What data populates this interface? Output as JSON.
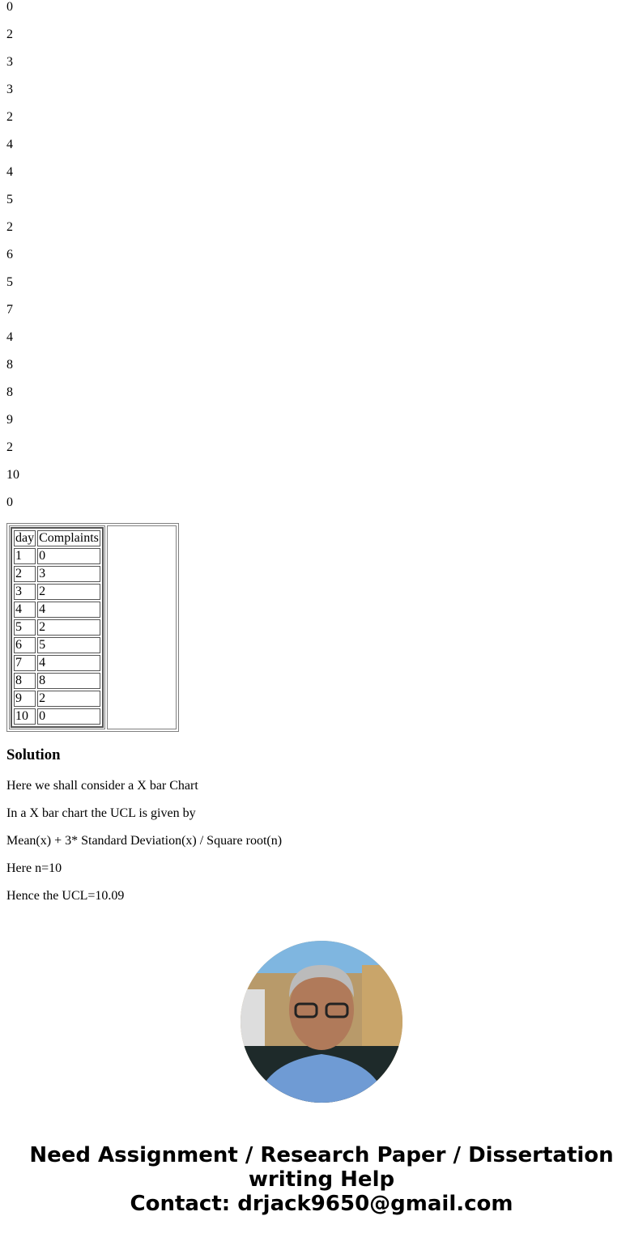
{
  "data_lines": [
    "0",
    "2",
    "3",
    "3",
    "2",
    "4",
    "4",
    "5",
    "2",
    "6",
    "5",
    "7",
    "4",
    "8",
    "8",
    "9",
    "2",
    "10",
    "0"
  ],
  "table": {
    "headers": [
      "day",
      "Complaints"
    ],
    "rows": [
      [
        "1",
        "0"
      ],
      [
        "2",
        "3"
      ],
      [
        "3",
        "2"
      ],
      [
        "4",
        "4"
      ],
      [
        "5",
        "2"
      ],
      [
        "6",
        "5"
      ],
      [
        "7",
        "4"
      ],
      [
        "8",
        "8"
      ],
      [
        "9",
        "2"
      ],
      [
        "10",
        "0"
      ]
    ]
  },
  "solution": {
    "heading": "Solution",
    "paragraphs": [
      "Here we shall consider a X bar Chart",
      "In a X bar chart the UCL is given by",
      "Mean(x) + 3* Standard Deviation(x) / Square root(n)",
      "Here n=10",
      "Hence the UCL=10.09"
    ]
  },
  "footer": {
    "line1": "Need Assignment / Research Paper / Dissertation writing Help",
    "line2": "Contact: drjack9650@gmail.com"
  }
}
